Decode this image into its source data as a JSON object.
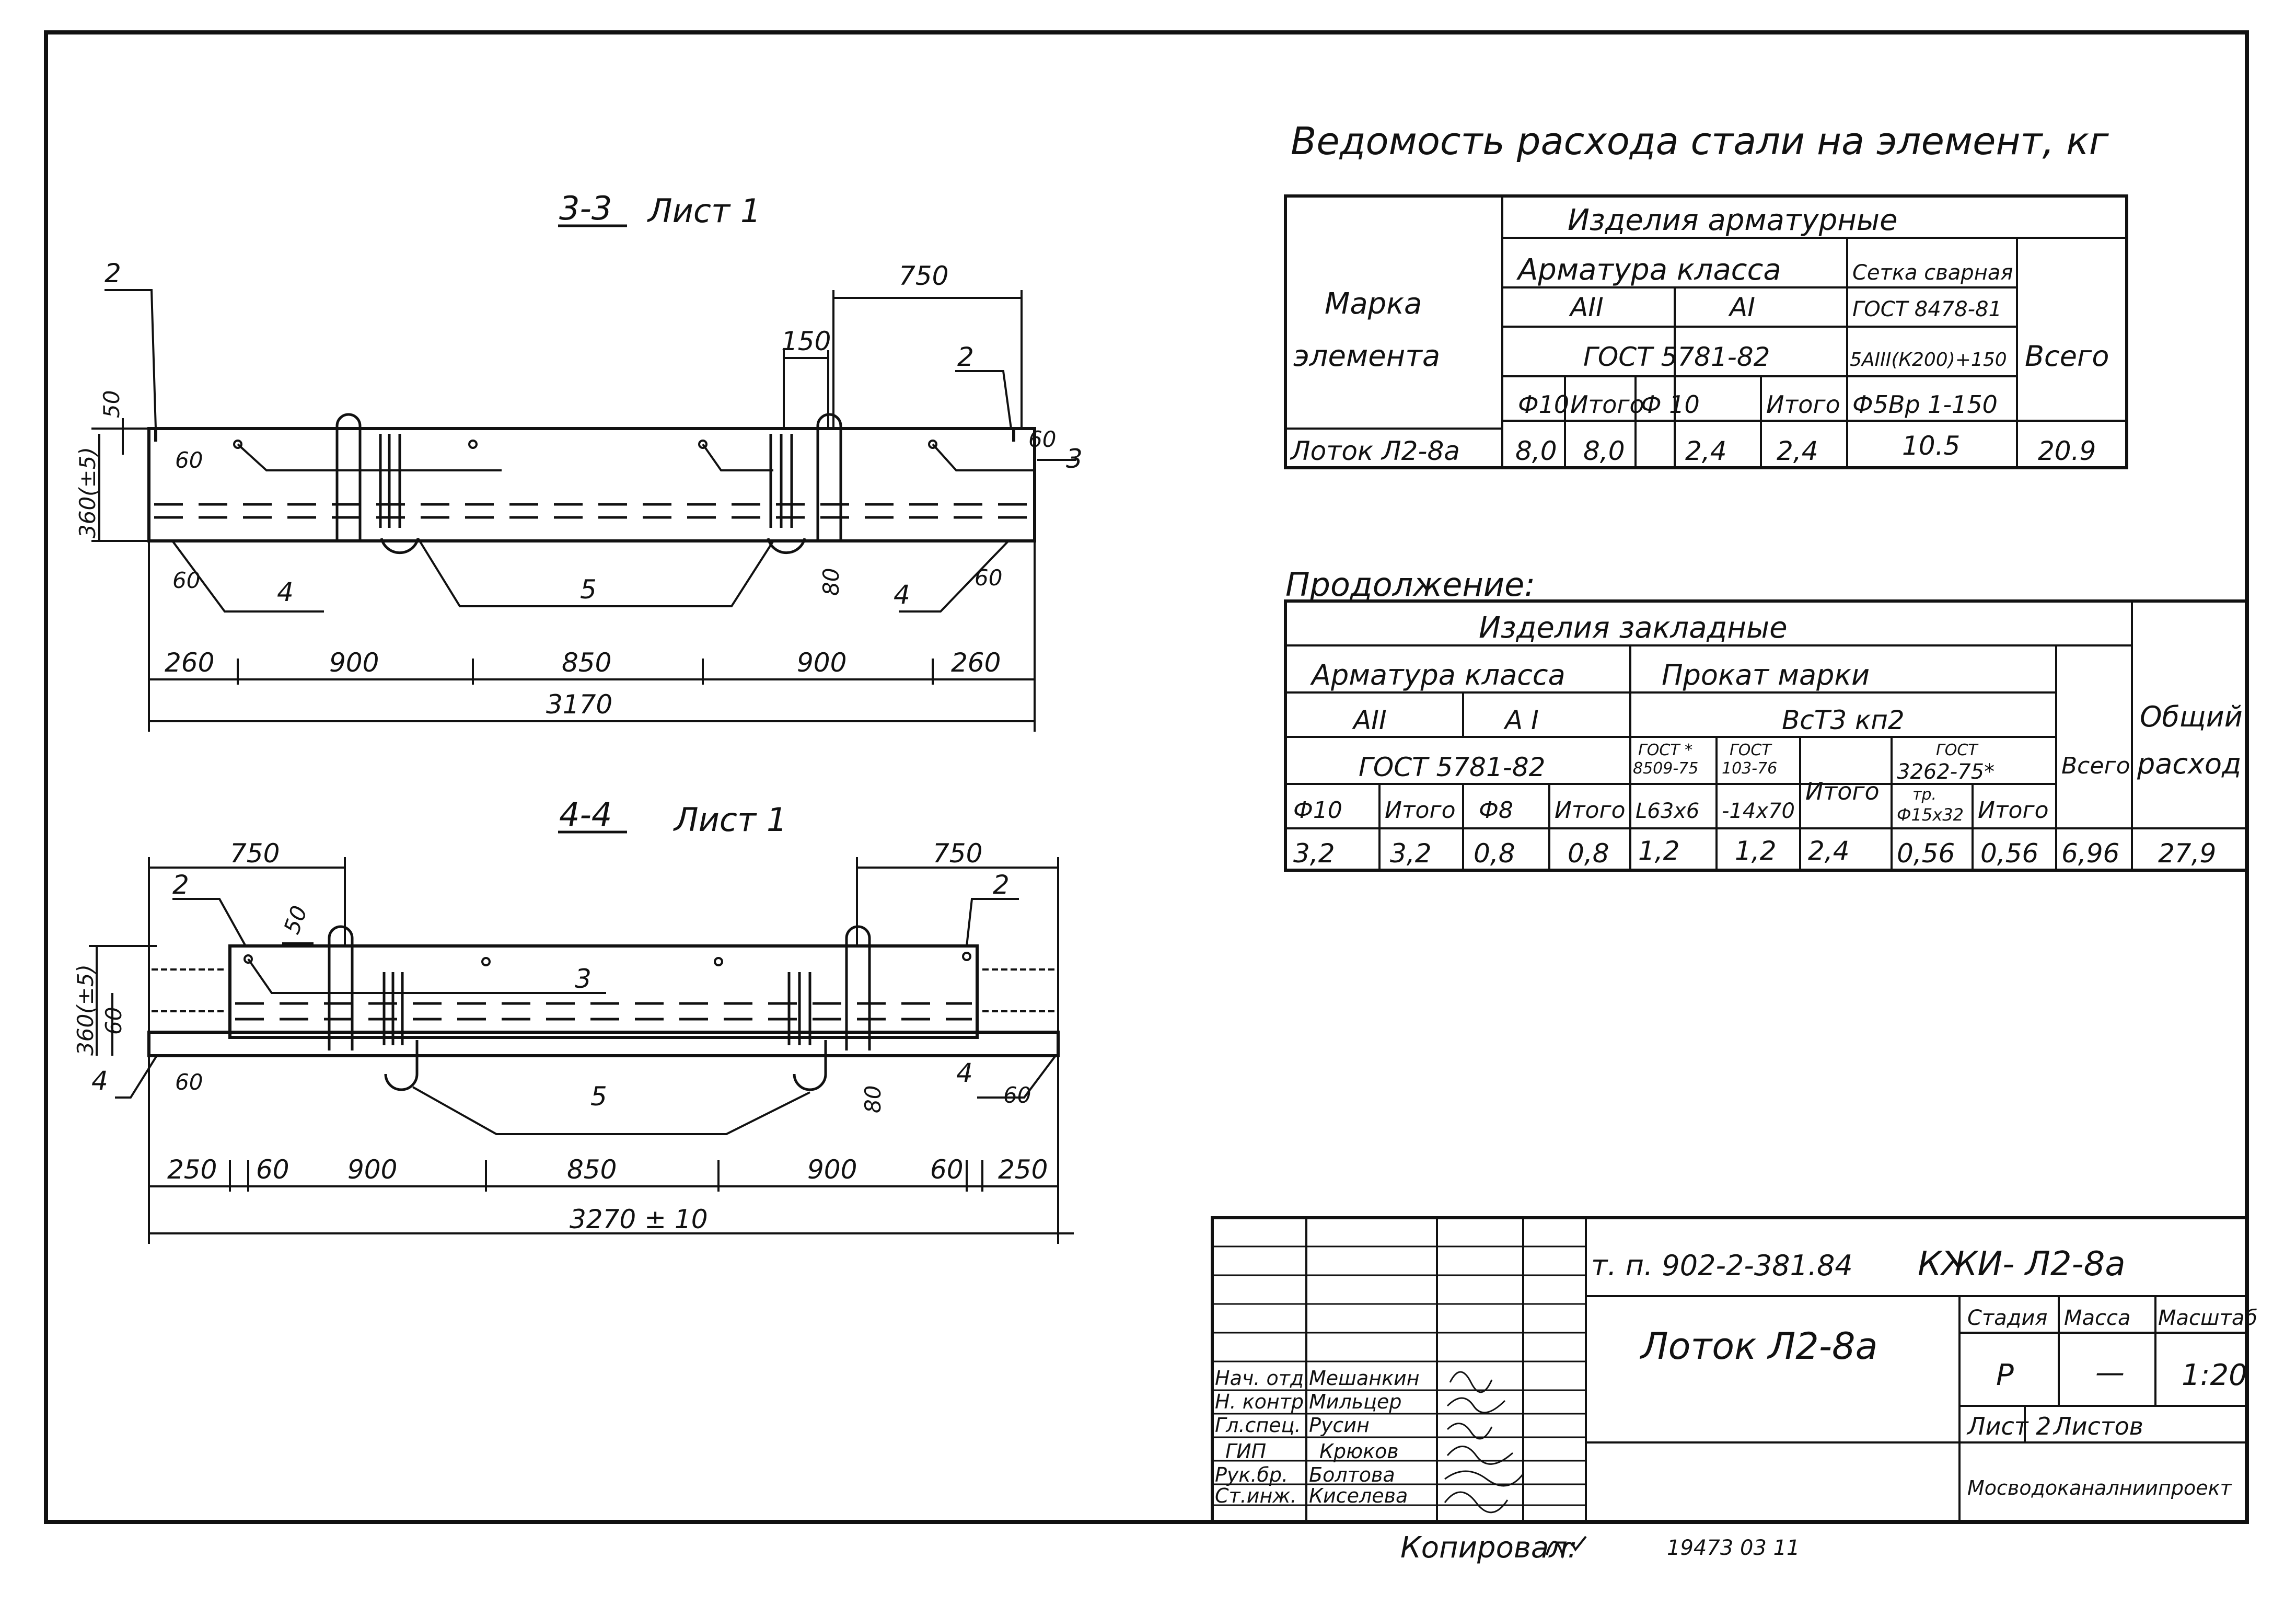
{
  "section_33": {
    "title": "3-3",
    "sheet_ref": "Лист 1",
    "marks": {
      "m2a": "2",
      "m2b": "2",
      "m3": "3",
      "m4a": "4",
      "m4b": "4",
      "m5": "5"
    },
    "dims": {
      "d750": "750",
      "d150": "150",
      "d50": "50",
      "d60a": "60",
      "d60b": "60",
      "d60c": "60",
      "d60d": "60",
      "d80": "80",
      "d360": "360(±5)",
      "d260a": "260",
      "d900a": "900",
      "d850": "850",
      "d900b": "900",
      "d260b": "260",
      "total": "3170"
    }
  },
  "section_44": {
    "title": "4-4",
    "sheet_ref": "Лист 1",
    "marks": {
      "m2a": "2",
      "m2b": "2",
      "m3": "3",
      "m4a": "4",
      "m4b": "4",
      "m5": "5"
    },
    "dims": {
      "d750a": "750",
      "d750b": "750",
      "d50": "50",
      "d360": "360(±5)",
      "d60v": "60",
      "d60a": "60",
      "d60b": "60",
      "d80": "80",
      "d250a": "250",
      "d60c": "60",
      "d900a": "900",
      "d850": "850",
      "d900b": "900",
      "d60d": "60",
      "d250b": "250",
      "total": "3270 ± 10"
    }
  },
  "table1": {
    "title": "Ведомость расхода стали на элемент, кг",
    "h_mark": "Марка",
    "h_element": "элемента",
    "h_products": "Изделия арматурные",
    "h_reinf": "Арматура класса",
    "h_mesh": "Сетка сварная",
    "h_a2": "АII",
    "h_a1": "АI",
    "h_gost_mesh": "ГОСТ 8478-81",
    "h_gost": "ГОСТ 5781-82",
    "h_mesh_spec": "5АIII(К200)+150",
    "h_total": "Всего",
    "h_f10": "Ф10",
    "h_itogo1": "Итого",
    "h_f10b": "Ф 10",
    "h_itogo2": "Итого",
    "h_f5": "Ф5Вр 1-150",
    "row": {
      "mark": "Лоток Л2-8а",
      "c1": "8,0",
      "c2": "8,0",
      "c3": "2,4",
      "c4": "2,4",
      "c5": "10.5",
      "c6": "20.9"
    }
  },
  "table2": {
    "title": "Продолжение:",
    "h_products": "Изделия закладные",
    "h_reinf": "Арматура класса",
    "h_rolled": "Прокат марки",
    "h_a2": "АII",
    "h_a1": "А I",
    "h_steel": "ВсТ3 кп2",
    "h_gost": "ГОСТ 5781-82",
    "h_g1a": "ГОСТ *",
    "h_g1b": "8509-75",
    "h_g2a": "ГОСТ",
    "h_g2b": "103-76",
    "h_itogo_mid": "Итого",
    "h_g3a": "ГОСТ",
    "h_g3b": "3262-75*",
    "h_total": "Всего",
    "h_overall1": "Общий",
    "h_overall2": "расход",
    "h_f10": "Ф10",
    "h_itogo1": "Итого",
    "h_f8": "Ф8",
    "h_itogo2": "Итого",
    "h_angle": "L63х6",
    "h_strip": "-14х70",
    "h_tr1": "тр.",
    "h_tr2": "Ф15х32",
    "h_itogo3": "Итого",
    "row": [
      "3,2",
      "3,2",
      "0,8",
      "0,8",
      "1,2",
      "1,2",
      "2,4",
      "0,56",
      "0,56",
      "6,96",
      "27,9"
    ]
  },
  "stamp": {
    "code": "т. п. 902-2-381.84",
    "sheet_code": "КЖИ- Л2-8а",
    "name": "Лоток Л2-8а",
    "h_stage": "Стадия",
    "h_mass": "Масса",
    "h_scale": "Масштаб",
    "stage": "Р",
    "mass": "—",
    "scale": "1:20",
    "sheet": "Лист 2",
    "sheets": "Листов",
    "org": "Мосводоканалниипроект",
    "staff": [
      {
        "role": "Нач. отд.",
        "name": "Мешанкин"
      },
      {
        "role": "Н. контр.",
        "name": "Мильцер"
      },
      {
        "role": "Гл.спец.",
        "name": "Русин"
      },
      {
        "role": "ГИП",
        "name": "Крюков"
      },
      {
        "role": "Рук.бр.",
        "name": "Болтова"
      },
      {
        "role": "Ст.инж.",
        "name": "Киселева"
      }
    ]
  },
  "footer": {
    "copied": "Копировал:",
    "number": "19473 03   11"
  }
}
